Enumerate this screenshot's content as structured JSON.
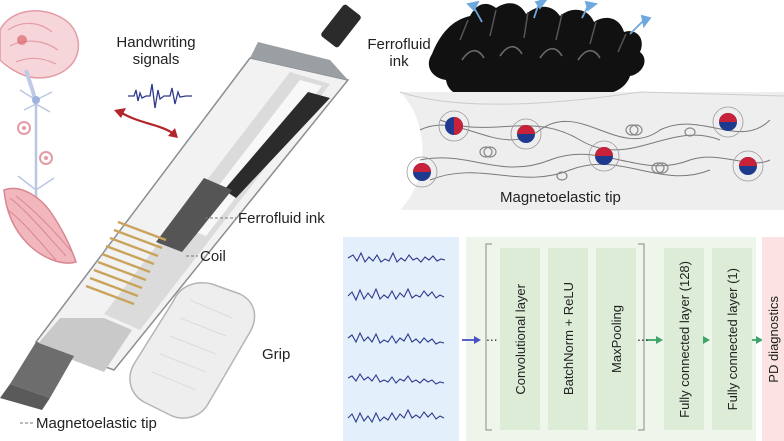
{
  "labels": {
    "handwriting_signals_line1": "Handwriting",
    "handwriting_signals_line2": "signals",
    "ferrofluid_ink_top_line1": "Ferrofluid",
    "ferrofluid_ink_top_line2": "ink",
    "magnetoelastic_tip_top": "Magnetoelastic tip",
    "ferrofluid_ink_pen": "Ferrofluid ink",
    "coil": "Coil",
    "grip": "Grip",
    "magnetoelastic_tip_pen": "Magnetoelastic tip"
  },
  "network": {
    "ellipsis_1": "...",
    "ellipsis_2": "...",
    "layers": [
      "Convolutional layer",
      "BatchNorm + ReLU",
      "MaxPooling",
      "Fully connected layer (128)",
      "Fully connected layer (1)"
    ],
    "output": "PD diagnostics"
  },
  "colors": {
    "signal": "#2e3a8c",
    "signal_panel": "#e3effb",
    "network_panel": "#eef6ec",
    "layer_box": "#dcecd7",
    "arrow_green": "#3da56a",
    "arrow_blue": "#4b4fc4",
    "output_panel": "#fbe3e3",
    "pen_body": "#8a8f93",
    "coil": "#c9a35a",
    "neuron": "#e39ca4",
    "ferrofluid": "#111111",
    "magnet_red": "#c8213a",
    "magnet_blue": "#1d3a8f"
  }
}
